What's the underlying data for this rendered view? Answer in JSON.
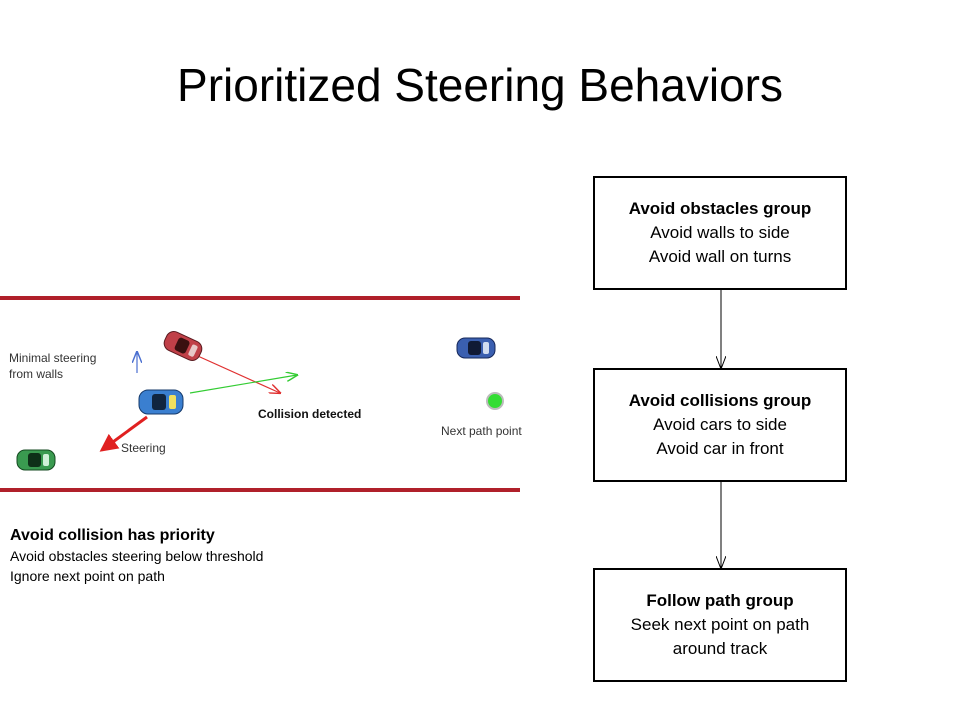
{
  "title": "Prioritized Steering Behaviors",
  "boxes": [
    {
      "head": "Avoid obstacles group",
      "lines": [
        "Avoid walls to side",
        "Avoid wall on turns"
      ]
    },
    {
      "head": "Avoid collisions group",
      "lines": [
        "Avoid cars to side",
        "Avoid car in front"
      ]
    },
    {
      "head": "Follow path group",
      "lines": [
        "Seek next point on path",
        "around track"
      ]
    }
  ],
  "scene": {
    "minimal_steering_line1": "Minimal steering",
    "minimal_steering_line2": "from walls",
    "collision_detected": "Collision detected",
    "steering": "Steering",
    "next_path_point": "Next path point"
  },
  "note": {
    "head": "Avoid collision has priority",
    "line1": "Avoid obstacles steering below threshold",
    "line2": "Ignore next point on path"
  },
  "colors": {
    "track_wall": "#b0202a",
    "car_red": "#c04048",
    "car_blue_player": "#3a7fd0",
    "car_blue_far": "#3a5fb0",
    "car_green": "#3a9a50",
    "path_point": "#33dd33",
    "steer_arrow": "#e02020",
    "green_arrow": "#33cc33",
    "red_line": "#e03030",
    "blue_arrow": "#4a6fd0"
  }
}
